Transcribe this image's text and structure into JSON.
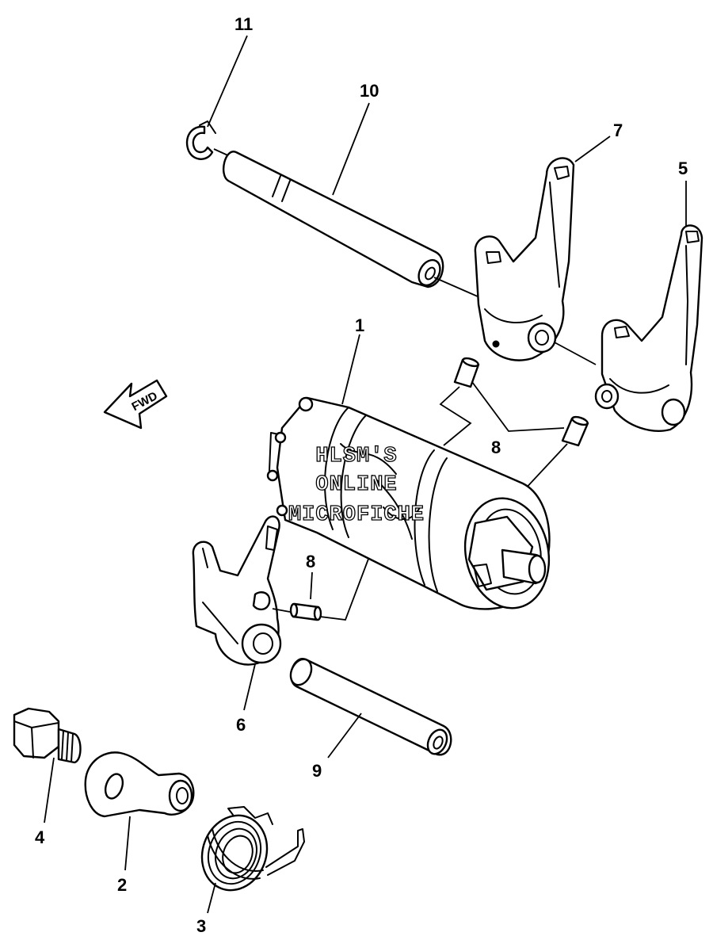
{
  "callouts": {
    "c1": "1",
    "c2": "2",
    "c3": "3",
    "c4": "4",
    "c5": "5",
    "c6": "6",
    "c7": "7",
    "c8a": "8",
    "c8b": "8",
    "c9": "9",
    "c10": "10",
    "c11": "11"
  },
  "fwd_arrow": {
    "label": "FWD"
  },
  "watermark": {
    "line1": "HLSM'S",
    "line2": "ONLINE",
    "line3": "MICROFICHE"
  }
}
